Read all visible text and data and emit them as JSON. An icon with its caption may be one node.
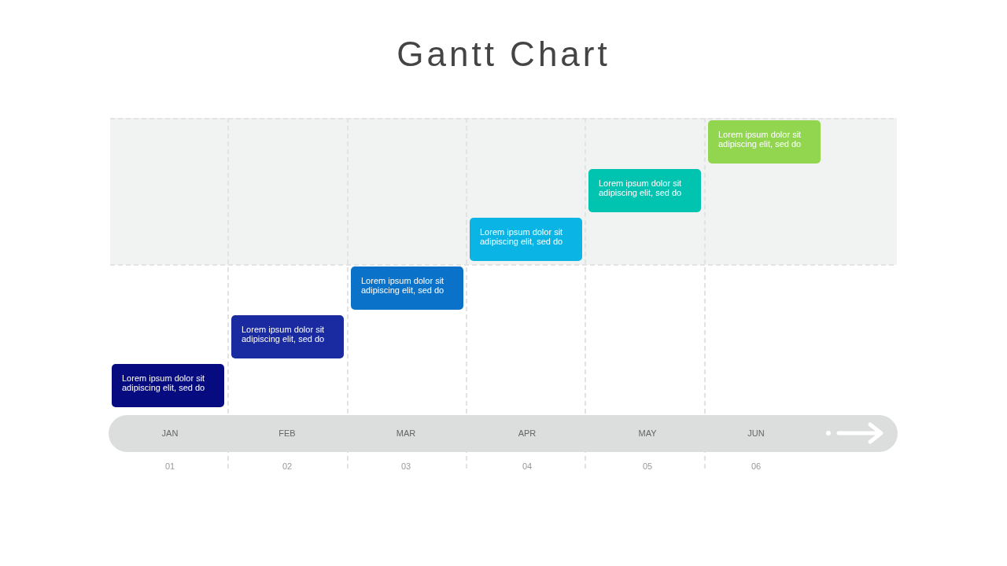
{
  "diagram": {
    "title": "Gantt Chart",
    "nodes": [
      {
        "text": [
          "Lorem ipsum dolor sit adipiscing elit, sed do"
        ]
      },
      {
        "text": [
          "Lorem ipsum dolor sit adipiscing elit, sed do"
        ]
      },
      {
        "text": [
          "Lorem ipsum dolor sit adipiscing elit, sed do"
        ]
      },
      {
        "text": [
          "Lorem ipsum dolor sit adipiscing elit, sed do"
        ]
      },
      {
        "text": [
          "Lorem ipsum dolor sit adipiscing elit, sed do"
        ]
      },
      {
        "text": [
          "Lorem ipsum dolor sit adipiscing elit, sed do"
        ]
      }
    ],
    "labels": [
      "JAN",
      "FEB",
      "MAR",
      "APR",
      "MAY",
      "JUN",
      "01",
      "02",
      "03",
      "04",
      "05",
      "06"
    ]
  }
}
